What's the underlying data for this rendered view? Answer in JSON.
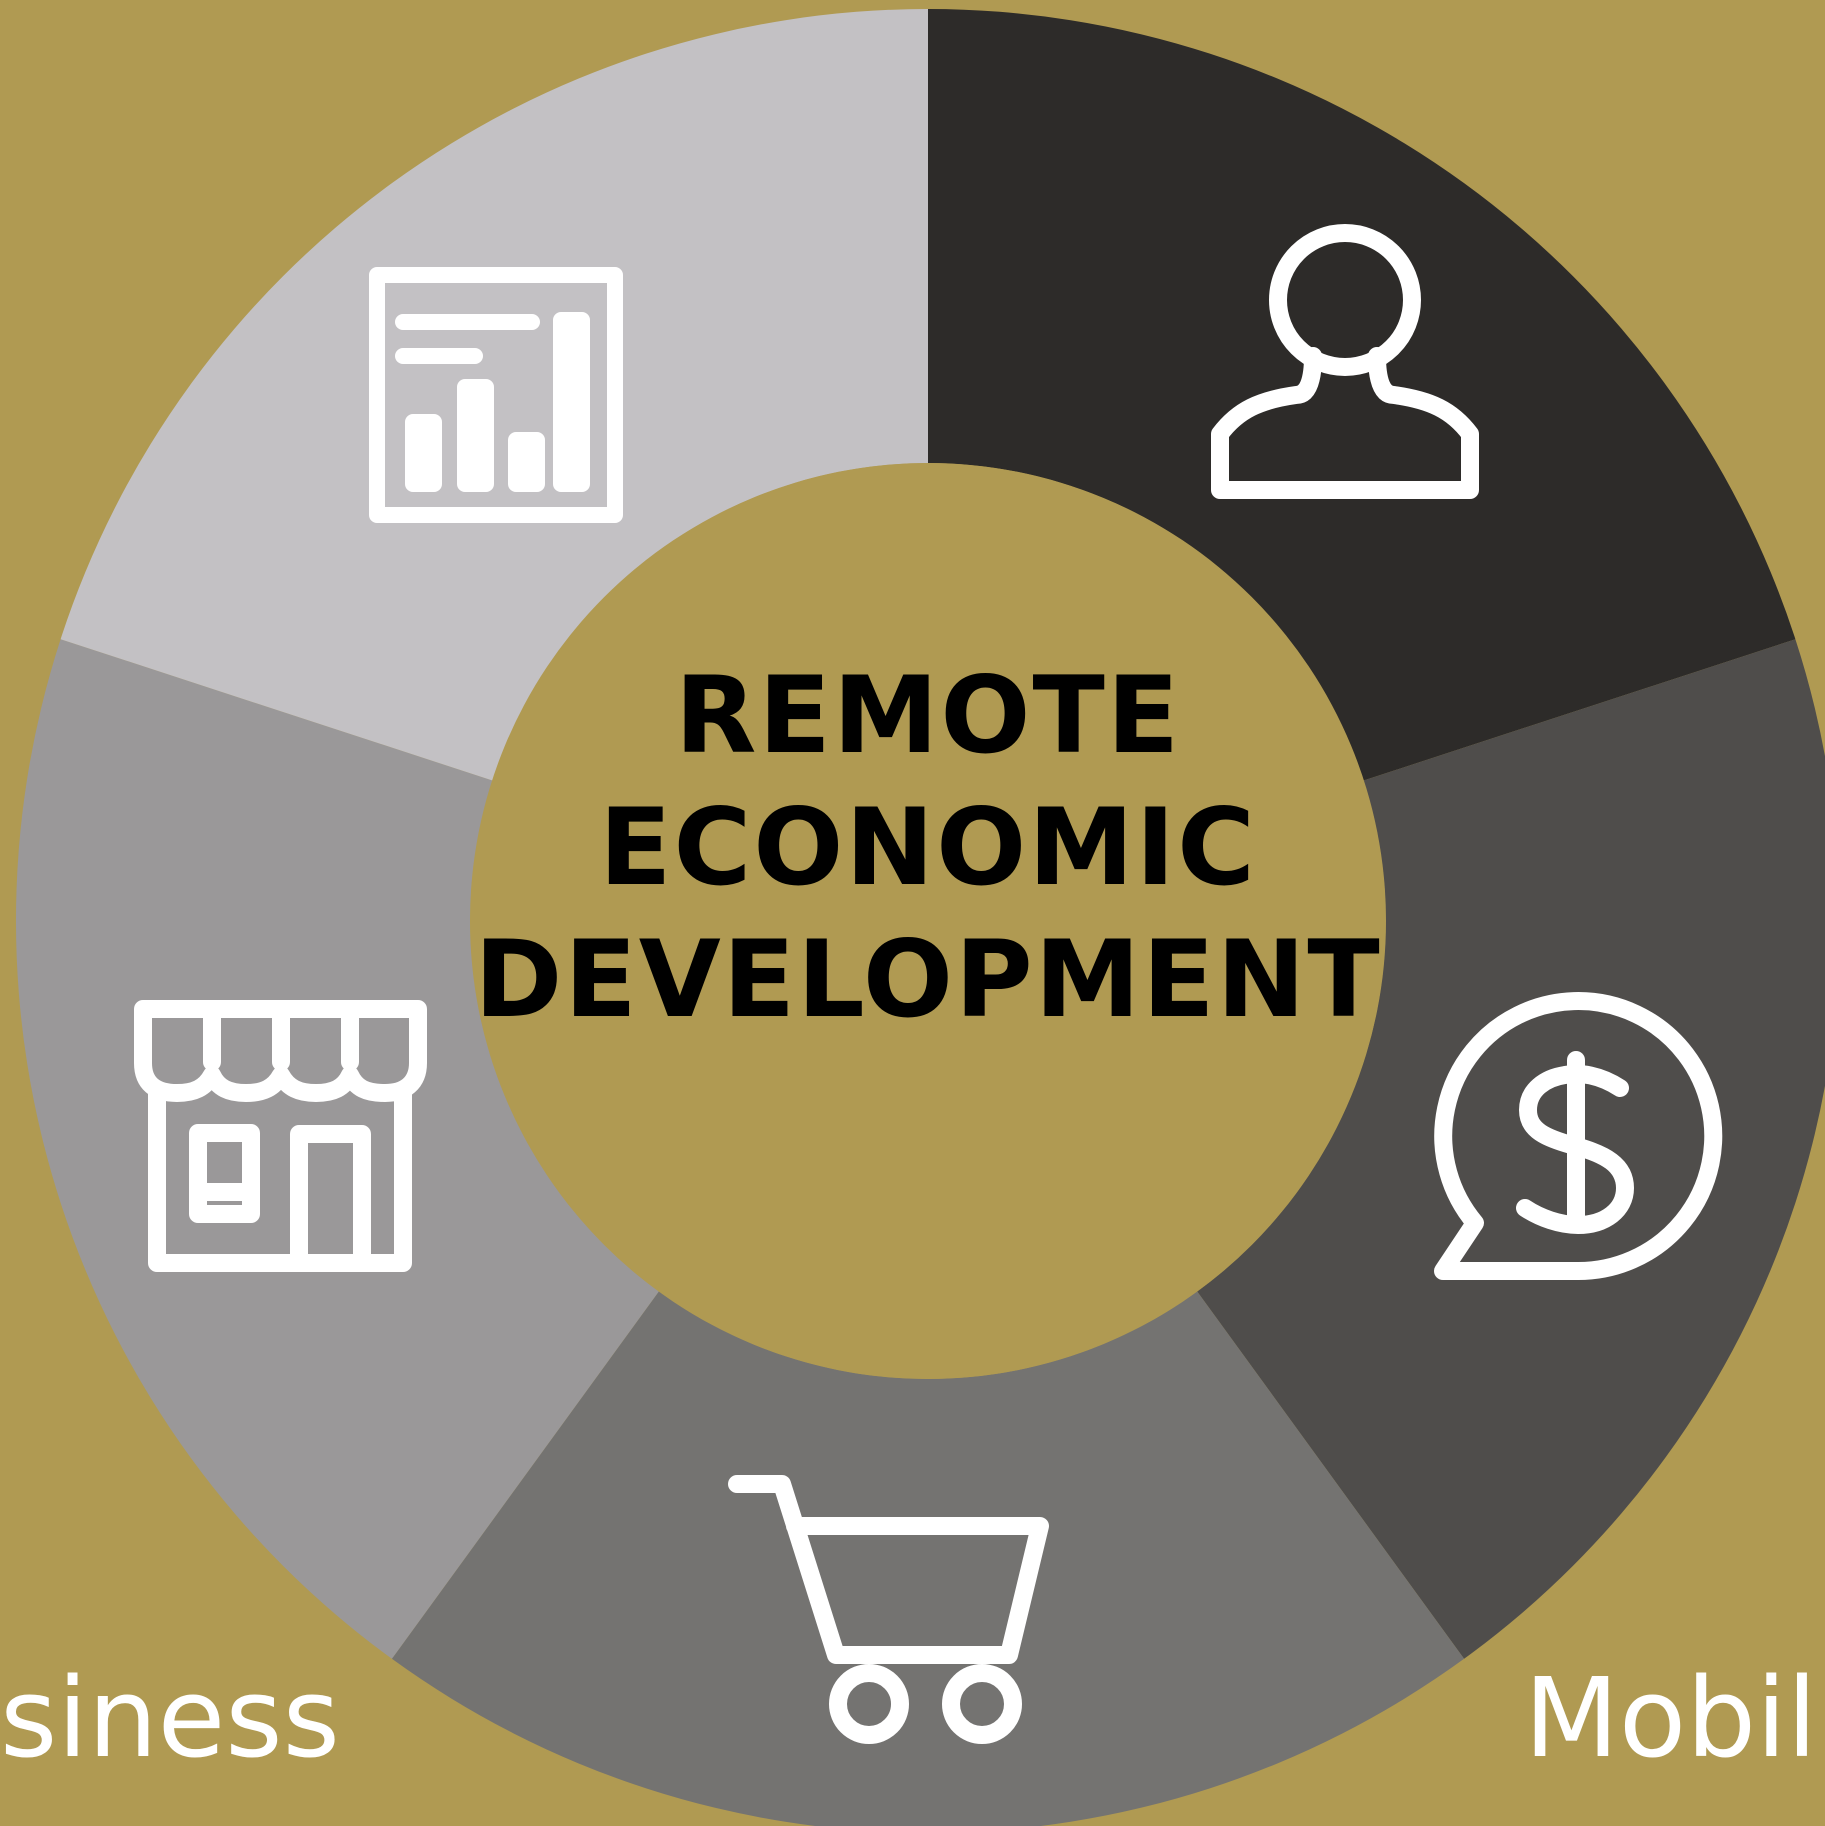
{
  "diagram": {
    "center_title_lines": [
      "REMOTE",
      "ECONOMIC",
      "DEVELOPMENT"
    ],
    "edge_labels": {
      "left": "siness",
      "right": "Mobil"
    },
    "segments": [
      {
        "name": "person",
        "icon": "person-icon",
        "color": "#2d2b29"
      },
      {
        "name": "money",
        "icon": "dollar-speech-bubble-icon",
        "color": "#4f4d4b"
      },
      {
        "name": "shopping",
        "icon": "shopping-cart-icon",
        "color": "#747371"
      },
      {
        "name": "store",
        "icon": "storefront-icon",
        "color": "#9a9899"
      },
      {
        "name": "analytics",
        "icon": "bar-chart-report-icon",
        "color": "#c3c1c4"
      }
    ],
    "colors": {
      "background": "#b09a52",
      "center": "#b09a52",
      "icon_stroke": "#ffffff",
      "title": "#000000"
    }
  }
}
